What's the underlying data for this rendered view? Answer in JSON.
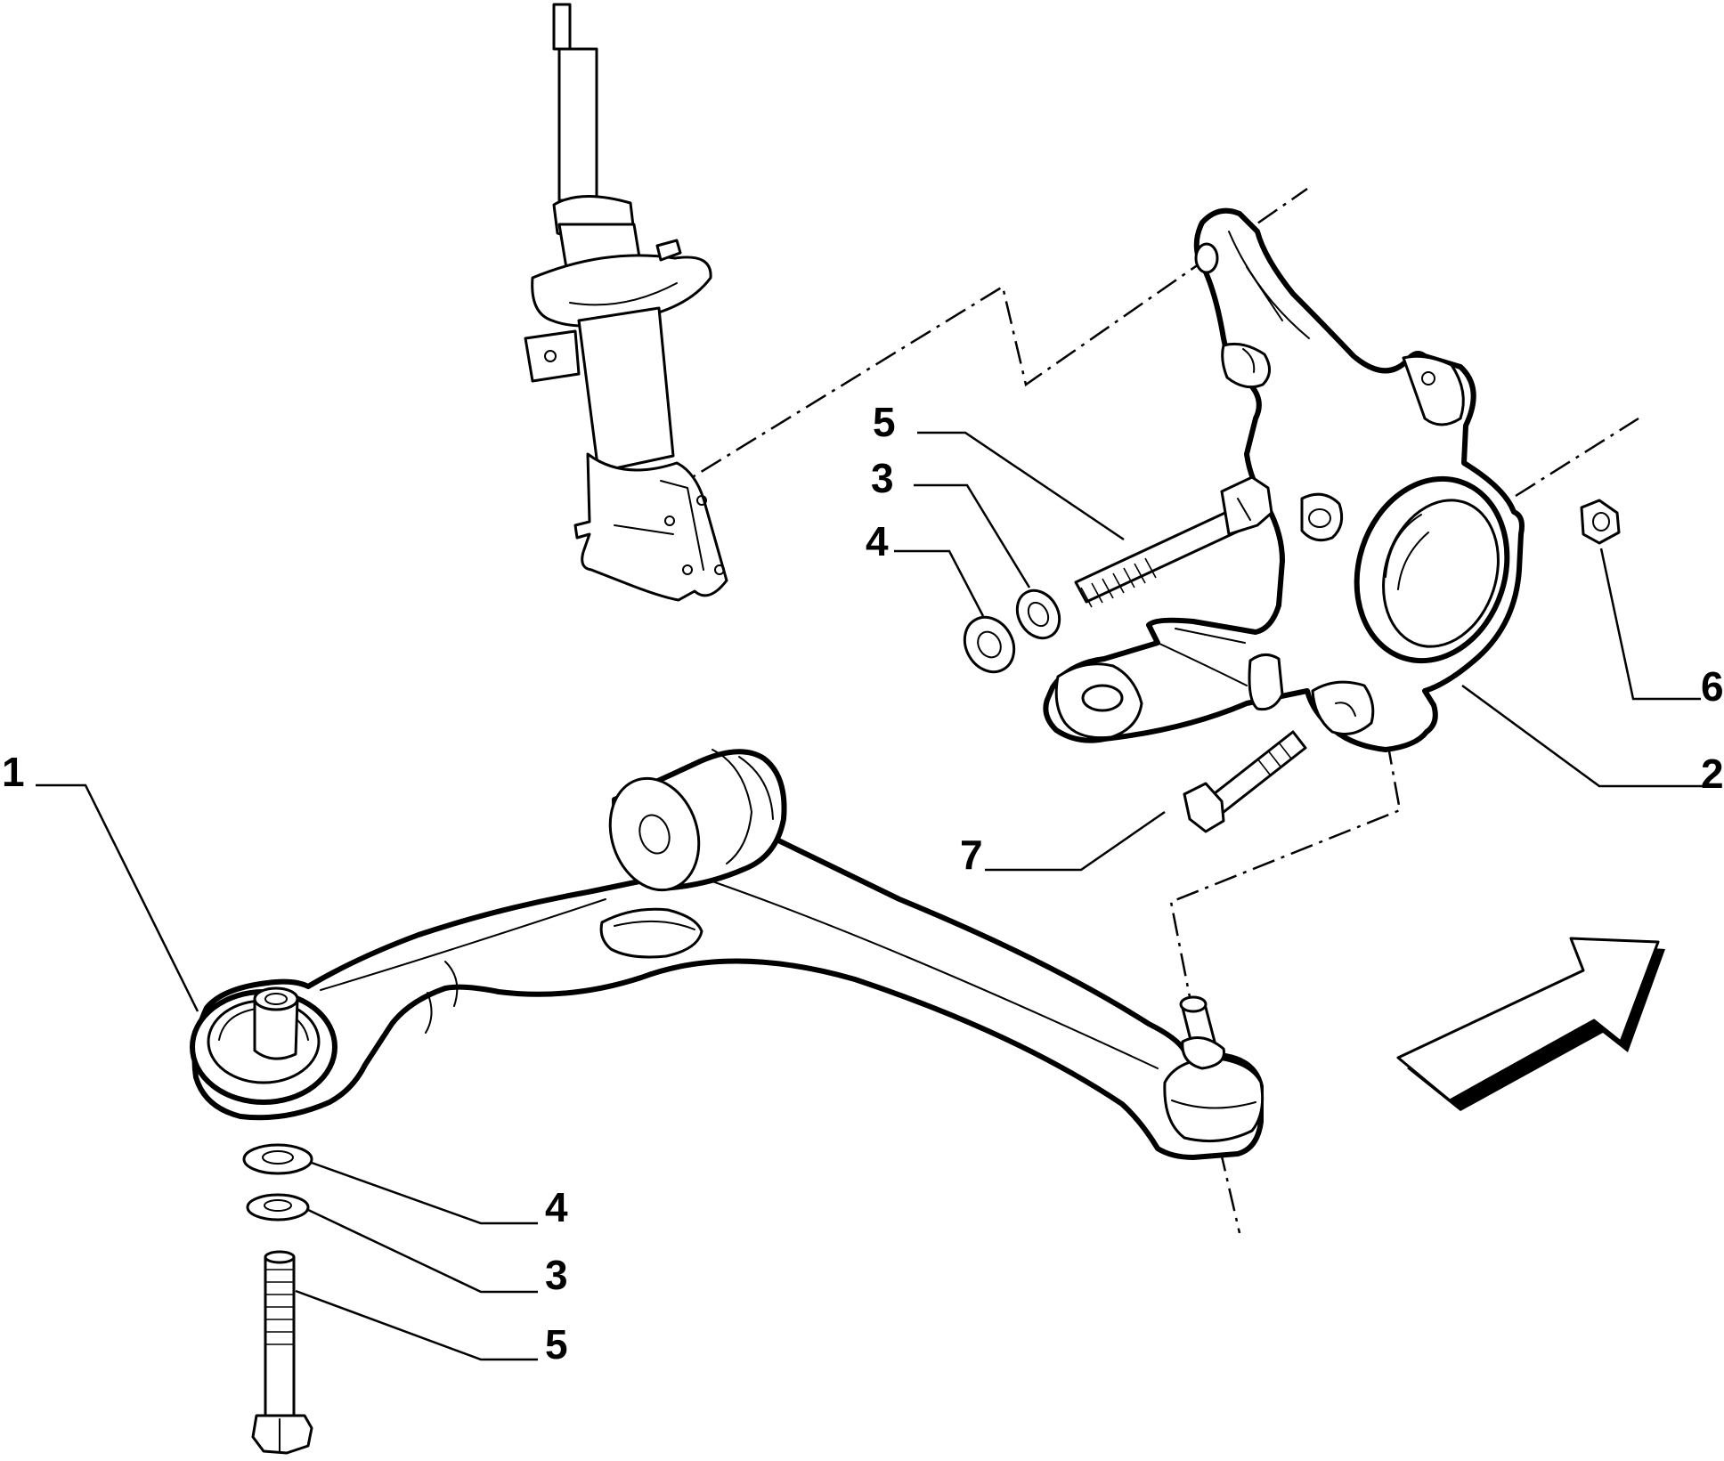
{
  "callouts": {
    "lower_arm": "1",
    "knuckle": "2",
    "washer_a_top": "3",
    "washer_b_top": "4",
    "bolt_top": "5",
    "nut": "6",
    "ball_joint_bolt": "7",
    "washer_b_bottom": "4",
    "washer_a_bottom": "3",
    "bolt_bottom": "5"
  }
}
